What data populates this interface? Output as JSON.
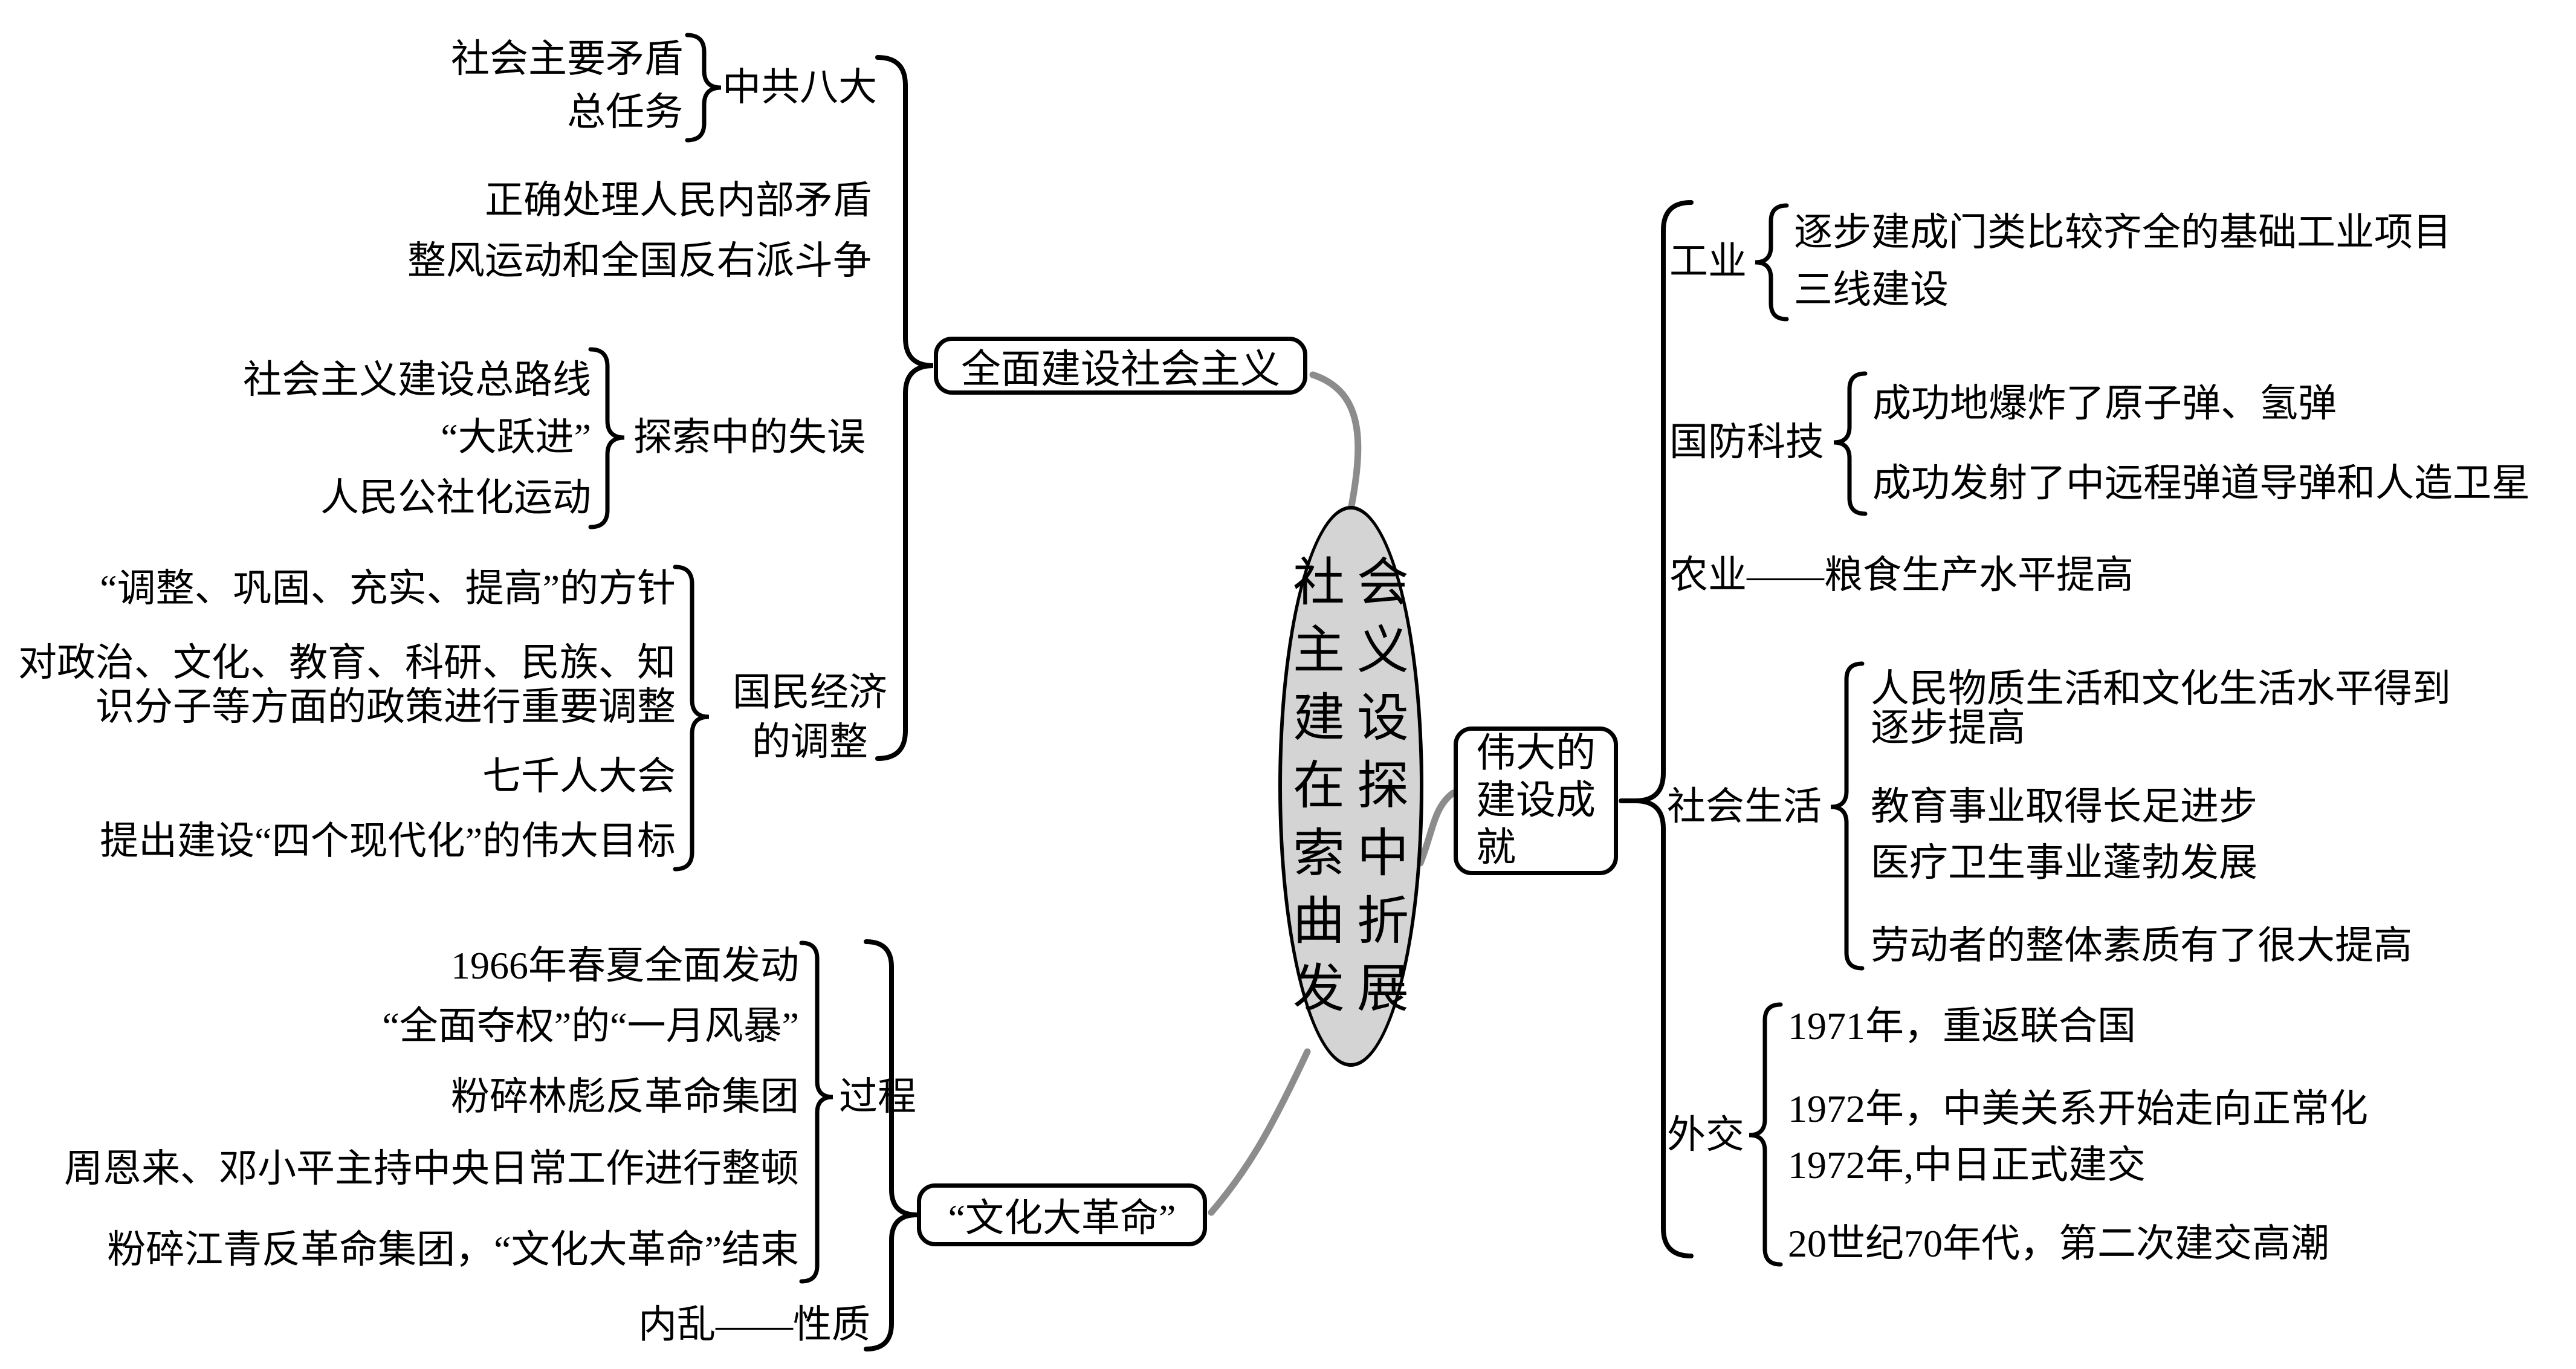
{
  "colors": {
    "ink": "#000000",
    "ellipse_fill": "#d4d4d4",
    "connector_gray": "#8c8c8c"
  },
  "center": {
    "lines": [
      "社会",
      "主义",
      "建设",
      "在探",
      "索中",
      "曲折",
      "发展"
    ]
  },
  "branch_full_construction": {
    "node": "全面建设社会主义",
    "congress": {
      "items": [
        "社会主要矛盾",
        "总任务"
      ],
      "label": "中共八大"
    },
    "standalone": [
      "正确处理人民内部矛盾",
      "整风运动和全国反右派斗争"
    ],
    "mistakes": {
      "items": [
        "社会主义建设总路线",
        "“大跃进”",
        "人民公社化运动"
      ],
      "label": "探索中的失误"
    },
    "adjustment": {
      "items": [
        "“调整、巩固、充实、提高”的方针",
        "对政治、文化、教育、科研、民族、知",
        "识分子等方面的政策进行重要调整",
        "七千人大会",
        "提出建设“四个现代化”的伟大目标"
      ],
      "label_lines": [
        "国民经济",
        "的调整"
      ]
    }
  },
  "branch_cultural_revolution": {
    "node": "“文化大革命”",
    "process": {
      "items": [
        "1966年春夏全面发动",
        "“全面夺权”的“一月风暴”",
        "粉碎林彪反革命集团",
        "周恩来、邓小平主持中央日常工作进行整顿",
        "粉碎江青反革命集团，“文化大革命”结束"
      ],
      "label": "过程"
    },
    "nature": "内乱——性质"
  },
  "branch_achievements": {
    "node_lines": [
      "伟大的",
      "建设成",
      "就"
    ],
    "industry": {
      "label": "工业",
      "items": [
        "逐步建成门类比较齐全的基础工业项目",
        "三线建设"
      ]
    },
    "defense": {
      "label": "国防科技",
      "items": [
        "成功地爆炸了原子弹、氢弹",
        "成功发射了中远程弹道导弹和人造卫星"
      ]
    },
    "agriculture": "农业——粮食生产水平提高",
    "social_life": {
      "label": "社会生活",
      "items": [
        "人民物质生活和文化生活水平得到",
        "逐步提高",
        "教育事业取得长足进步",
        "医疗卫生事业蓬勃发展",
        "劳动者的整体素质有了很大提高"
      ]
    },
    "diplomacy": {
      "label": "外交",
      "items": [
        "1971年，重返联合国",
        "1972年，中美关系开始走向正常化",
        "1972年,中日正式建交",
        "20世纪70年代，第二次建交高潮"
      ]
    }
  }
}
